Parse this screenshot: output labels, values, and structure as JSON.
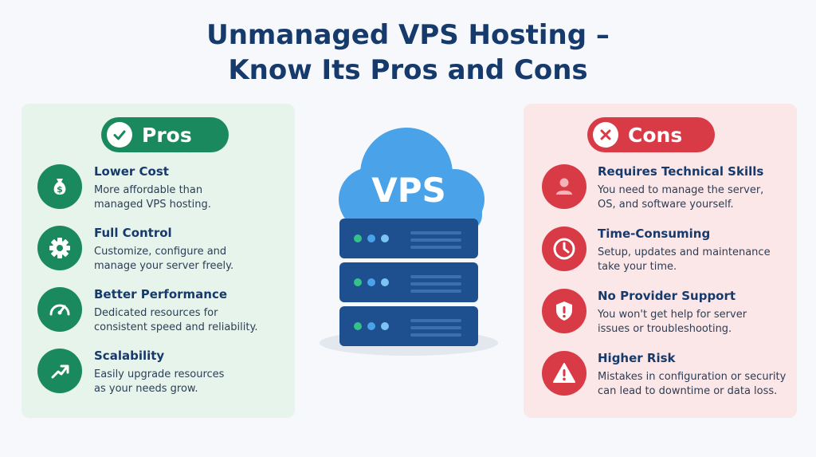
{
  "title": {
    "line1": "Unmanaged VPS Hosting –",
    "line2": "Know Its Pros and Cons"
  },
  "center": {
    "cloud_label": "VPS",
    "icons": [
      "cloud-icon",
      "server-stack-icon"
    ]
  },
  "pros": {
    "label": "Pros",
    "icon": "check-icon",
    "items": [
      {
        "heading": "Lower Cost",
        "desc1": "More affordable than",
        "desc2": "managed VPS hosting.",
        "icon": "money-bag-icon"
      },
      {
        "heading": "Full Control",
        "desc1": "Customize, configure and",
        "desc2": "manage your server freely.",
        "icon": "gear-icon"
      },
      {
        "heading": "Better Performance",
        "desc1": "Dedicated resources for",
        "desc2": "consistent speed and reliability.",
        "icon": "speedometer-icon"
      },
      {
        "heading": "Scalability",
        "desc1": "Easily upgrade resources",
        "desc2": "as your needs grow.",
        "icon": "trend-up-icon"
      }
    ]
  },
  "cons": {
    "label": "Cons",
    "icon": "x-icon",
    "items": [
      {
        "heading": "Requires Technical Skills",
        "desc1": "You need to manage the server,",
        "desc2": "OS, and software yourself.",
        "icon": "user-icon"
      },
      {
        "heading": "Time-Consuming",
        "desc1": "Setup, updates and maintenance",
        "desc2": "take your time.",
        "icon": "clock-icon"
      },
      {
        "heading": "No Provider Support",
        "desc1": "You won't get help for server",
        "desc2": "issues or troubleshooting.",
        "icon": "shield-alert-icon"
      },
      {
        "heading": "Higher Risk",
        "desc1": "Mistakes in configuration or security",
        "desc2": "can lead to downtime or data loss.",
        "icon": "warning-icon"
      }
    ]
  },
  "colors": {
    "pros_accent": "#1a8a5e",
    "cons_accent": "#d83a46",
    "title": "#163a6b"
  }
}
